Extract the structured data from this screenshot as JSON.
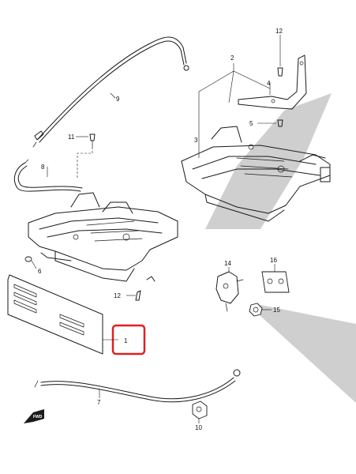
{
  "callouts": {
    "c1": "1",
    "c2": "2",
    "c3": "3",
    "c4": "4",
    "c5": "5",
    "c6": "6",
    "c7": "7",
    "c8": "8",
    "c9": "9",
    "c10": "10",
    "c11": "11",
    "c12a": "12",
    "c12b": "12",
    "c14": "14",
    "c15": "15",
    "c16": "16"
  },
  "direction_badge": "FWD",
  "highlight": {
    "target_part": "1",
    "color": "#e02020"
  },
  "shadow_color": "#cfcfcf"
}
